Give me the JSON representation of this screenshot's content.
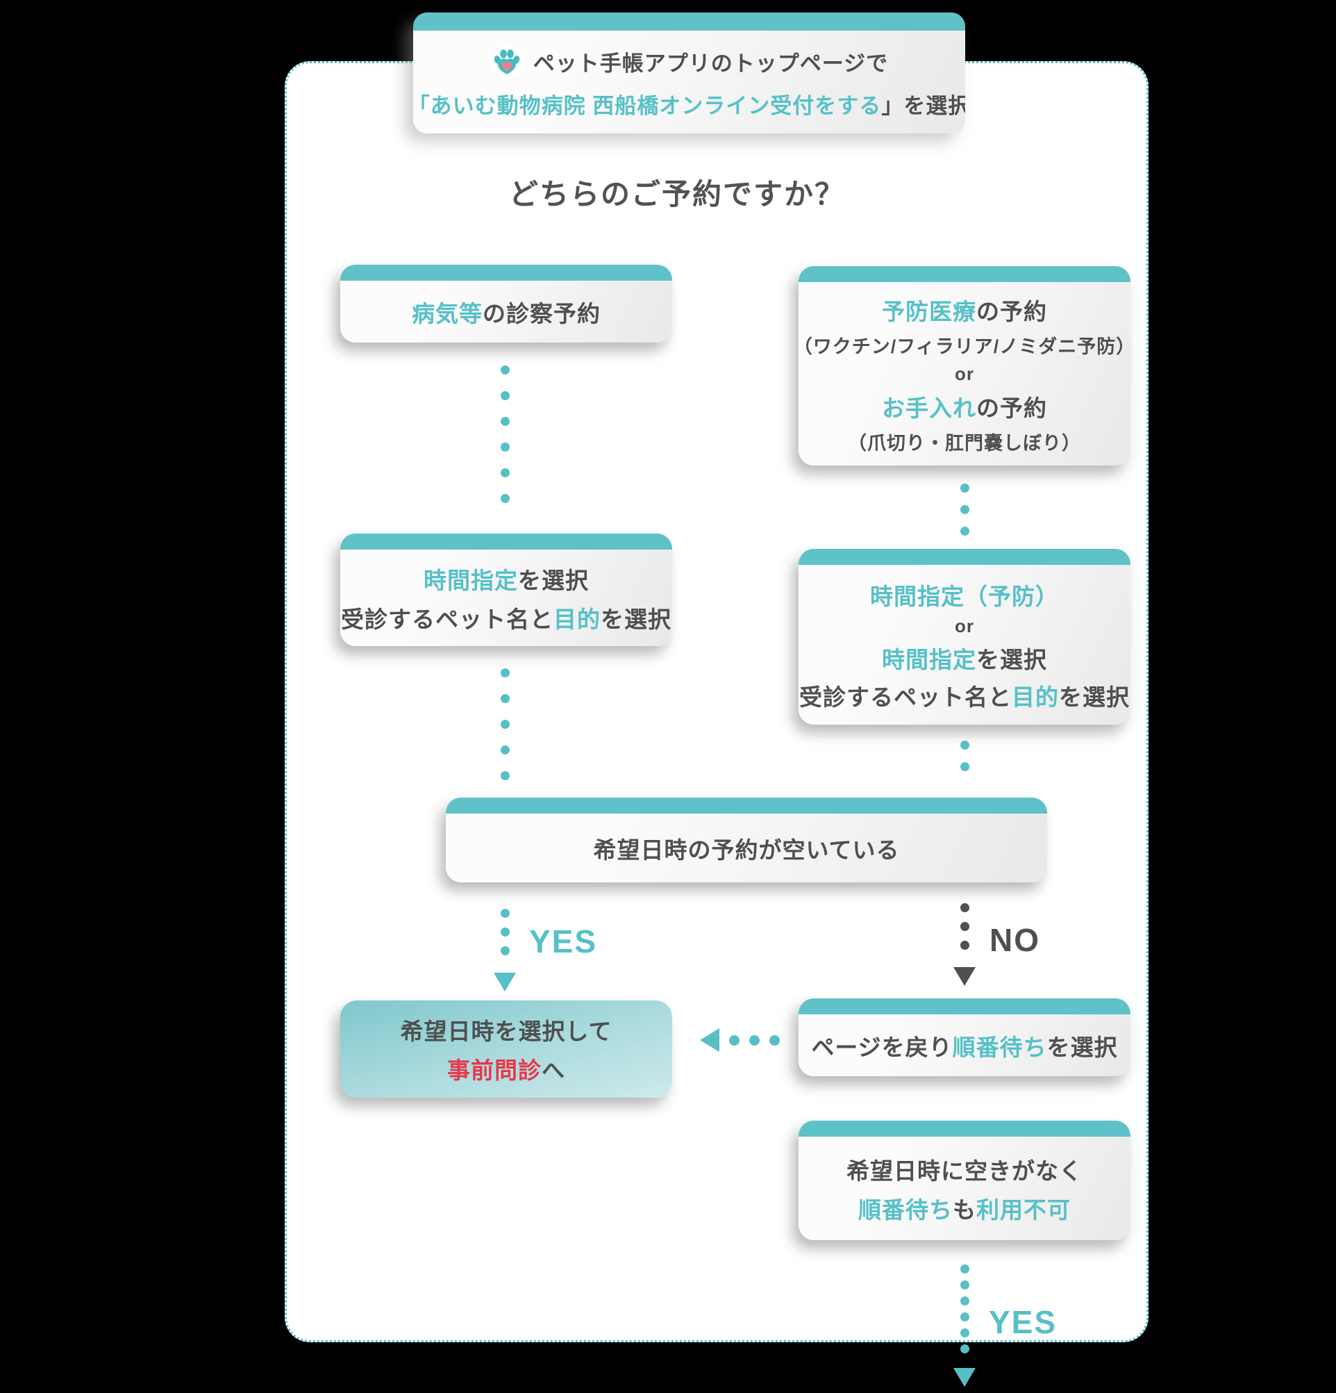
{
  "colors": {
    "teal": "#56c0c8",
    "dark": "#4f4f4f",
    "red": "#e8384a",
    "bar": "#5ec2c8",
    "panel_border": "#55bec6",
    "background": "#000000"
  },
  "icons": {
    "paw": "paw-with-heart-icon"
  },
  "flow": {
    "title": "どちらのご予約ですか？",
    "top": {
      "line1": [
        {
          "t": "ペット手帳アプリのトップページで",
          "c": "dark"
        }
      ],
      "line2": [
        {
          "t": "「あいむ動物病院 西船橋オンライン受付をする",
          "c": "teal"
        },
        {
          "t": "」を選択",
          "c": "dark"
        }
      ]
    },
    "nodes": {
      "sick": {
        "lines": [
          [
            {
              "t": "病気等",
              "c": "teal"
            },
            {
              "t": "の診察予約",
              "c": "dark"
            }
          ]
        ]
      },
      "prevent": {
        "lines": [
          [
            {
              "t": "予防医療",
              "c": "teal"
            },
            {
              "t": "の予約",
              "c": "dark"
            }
          ],
          [
            {
              "t": "（ワクチン/フィラリア/ノミダニ予防）",
              "c": "dark"
            }
          ],
          [
            {
              "t": "or",
              "c": "dark"
            }
          ],
          [
            {
              "t": "お手入れ",
              "c": "teal"
            },
            {
              "t": "の予約",
              "c": "dark"
            }
          ],
          [
            {
              "t": "（爪切り・肛門嚢しぼり）",
              "c": "dark"
            }
          ]
        ]
      },
      "left2": {
        "lines": [
          [
            {
              "t": "時間指定",
              "c": "teal"
            },
            {
              "t": "を選択",
              "c": "dark"
            }
          ],
          [
            {
              "t": "受診するペット名と",
              "c": "dark"
            },
            {
              "t": "目的",
              "c": "teal"
            },
            {
              "t": "を選択",
              "c": "dark"
            }
          ]
        ]
      },
      "right2": {
        "lines": [
          [
            {
              "t": "時間指定（予防）",
              "c": "teal"
            }
          ],
          [
            {
              "t": "or",
              "c": "dark"
            }
          ],
          [
            {
              "t": "時間指定",
              "c": "teal"
            },
            {
              "t": "を選択",
              "c": "dark"
            }
          ],
          [
            {
              "t": "受診するペット名と",
              "c": "dark"
            },
            {
              "t": "目的",
              "c": "teal"
            },
            {
              "t": "を選択",
              "c": "dark"
            }
          ]
        ]
      },
      "middle": {
        "lines": [
          [
            {
              "t": "希望日時の予約が空いている",
              "c": "dark"
            }
          ]
        ]
      },
      "goal": {
        "lines": [
          [
            {
              "t": "希望日時を選択して",
              "c": "dark"
            }
          ],
          [
            {
              "t": "事前問診",
              "c": "red"
            },
            {
              "t": "へ",
              "c": "dark"
            }
          ]
        ]
      },
      "back": {
        "lines": [
          [
            {
              "t": "ページを戻り",
              "c": "dark"
            },
            {
              "t": "順番待ち",
              "c": "teal"
            },
            {
              "t": "を選択",
              "c": "dark"
            }
          ]
        ]
      },
      "full": {
        "lines": [
          [
            {
              "t": "希望日時に空きがなく",
              "c": "dark"
            }
          ],
          [
            {
              "t": "順番待ち",
              "c": "teal"
            },
            {
              "t": "も",
              "c": "dark"
            },
            {
              "t": "利用不可",
              "c": "teal"
            }
          ]
        ]
      }
    },
    "labels": {
      "yes_left": "YES",
      "no_right": "NO",
      "yes_bottom": "YES"
    }
  }
}
